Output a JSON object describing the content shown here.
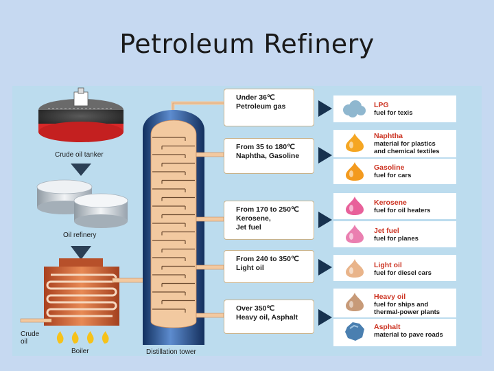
{
  "slide": {
    "title": "Petroleum Refinery"
  },
  "labels": {
    "tanker": "Crude oil tanker",
    "refinery": "Oil refinery",
    "crude_line1": "Crude",
    "crude_line2": "oil",
    "boiler": "Boiler",
    "tower": "Distillation tower"
  },
  "fractions": [
    {
      "line1": "Under 36℃",
      "line2": "Petroleum gas"
    },
    {
      "line1": "From 35 to 180℃",
      "line2": "Naphtha, Gasoline"
    },
    {
      "line1": "From 170 to 250℃",
      "line2": "Kerosene,",
      "line3": "Jet fuel"
    },
    {
      "line1": "From 240 to 350℃",
      "line2": "Light oil"
    },
    {
      "line1": "Over 350℃",
      "line2": "Heavy oil, Asphalt"
    }
  ],
  "products": [
    {
      "name": "LPG",
      "desc1": "fuel for texis",
      "desc2": "",
      "color": "#8fb7cf"
    },
    {
      "name": "Naphtha",
      "desc1": "material for plastics",
      "desc2": "and chemical textiles",
      "color": "#f5a623"
    },
    {
      "name": "Gasoline",
      "desc1": "fuel for cars",
      "desc2": "",
      "color": "#f39a1e"
    },
    {
      "name": "Kerosene",
      "desc1": "fuel for oil heaters",
      "desc2": "",
      "color": "#e8619a"
    },
    {
      "name": "Jet fuel",
      "desc1": "fuel for planes",
      "desc2": "",
      "color": "#ea7fb0"
    },
    {
      "name": "Light oil",
      "desc1": "fuel for diesel cars",
      "desc2": "",
      "color": "#e9b48a"
    },
    {
      "name": "Heavy oil",
      "desc1": "fuel for ships and",
      "desc2": "thermal-power plants",
      "color": "#c79a78"
    },
    {
      "name": "Asphalt",
      "desc1": "material to pave roads",
      "desc2": "",
      "color": "#4a7fb0"
    }
  ],
  "colors": {
    "tower": "#2a4f8f",
    "boiler": "#d2663a",
    "liquid": "#f2c9a0",
    "product_name": "#cc3322"
  }
}
